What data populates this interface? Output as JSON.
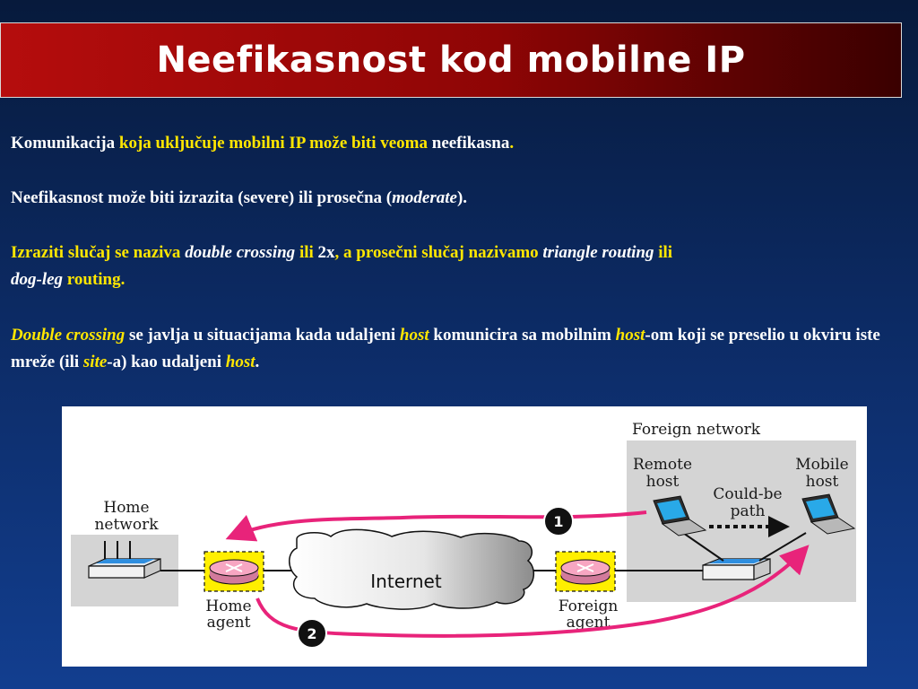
{
  "slide": {
    "title": "Neefikasnost kod mobilne IP",
    "p1": {
      "a": "Komunikacija ",
      "b": "koja uključuje mobilni IP može biti veoma ",
      "c": "neefikasna",
      "d": "."
    },
    "p2": {
      "a": "Neefikasnost može biti izrazita (severe) ili prosečna (",
      "b": "moderate",
      "c": ")."
    },
    "p3": {
      "a": "Izraziti slučaj se naziva ",
      "b": "double crossing",
      "c": " ili ",
      "d": "2x",
      "e": ", a prosečni slučaj nazivamo ",
      "f": "triangle routing",
      "g": " ili",
      "h": "dog-leg",
      "i": " routing."
    },
    "p4": {
      "a": "Double crossing",
      "b": " se javlja u situacijama kada udaljeni ",
      "c": "host",
      "d": " komunicira sa mobilnim ",
      "e": "host",
      "f": "-om koji se preselio u okviru iste mreže (ili ",
      "g": "site",
      "h": "-a) kao udaljeni ",
      "i": "host",
      "j": "."
    }
  },
  "figure": {
    "foreign_network": "Foreign network",
    "home_network_l1": "Home",
    "home_network_l2": "network",
    "remote_host_l1": "Remote",
    "remote_host_l2": "host",
    "mobile_host_l1": "Mobile",
    "mobile_host_l2": "host",
    "could_be_l1": "Could-be",
    "could_be_l2": "path",
    "internet": "Internet",
    "home_agent_l1": "Home",
    "home_agent_l2": "agent",
    "foreign_agent_l1": "Foreign",
    "foreign_agent_l2": "agent",
    "step1": "1",
    "step2": "2"
  },
  "colors": {
    "title_red": "#b50d0d",
    "text_yellow": "#ffe600",
    "path_magenta": "#e8237a",
    "agent_yellow": "#ffef00",
    "router_pink": "#f7a6c2"
  }
}
